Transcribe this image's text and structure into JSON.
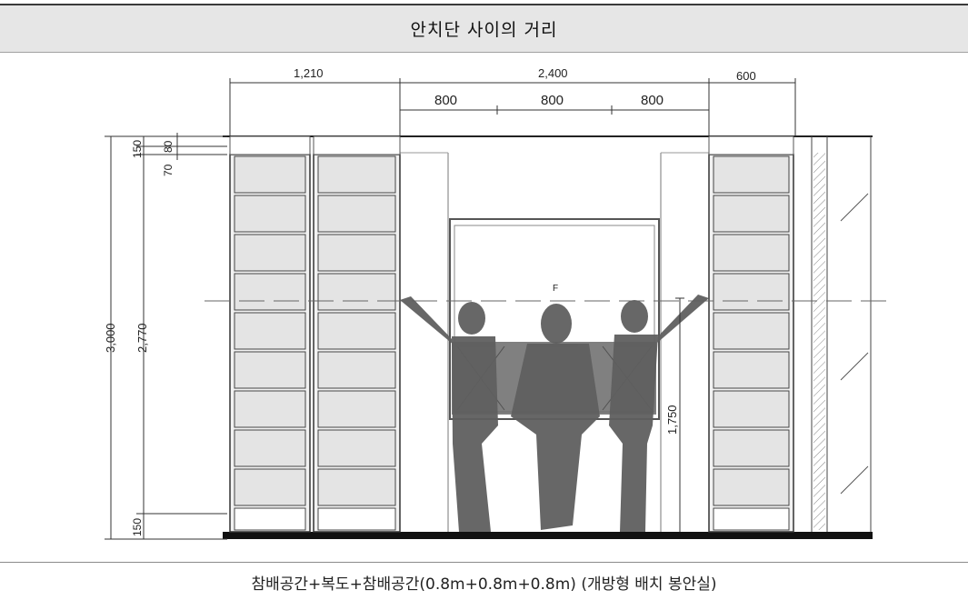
{
  "header": {
    "title": "안치단 사이의 거리"
  },
  "dimensions": {
    "top_left": "1,210",
    "top_mid": "2,400",
    "top_right": "600",
    "sub_1": "800",
    "sub_2": "800",
    "sub_3": "800",
    "left_total": "3,000",
    "left_inner": "2,770",
    "left_top_150": "150",
    "left_top_80": "80",
    "left_top_70": "70",
    "left_bottom_150": "150",
    "handle_height": "1,750",
    "eye_mark": "F"
  },
  "caption": "참배공간+복도+참배공간(0.8m+0.8m+0.8m) (개방형 배치 봉안실)"
}
